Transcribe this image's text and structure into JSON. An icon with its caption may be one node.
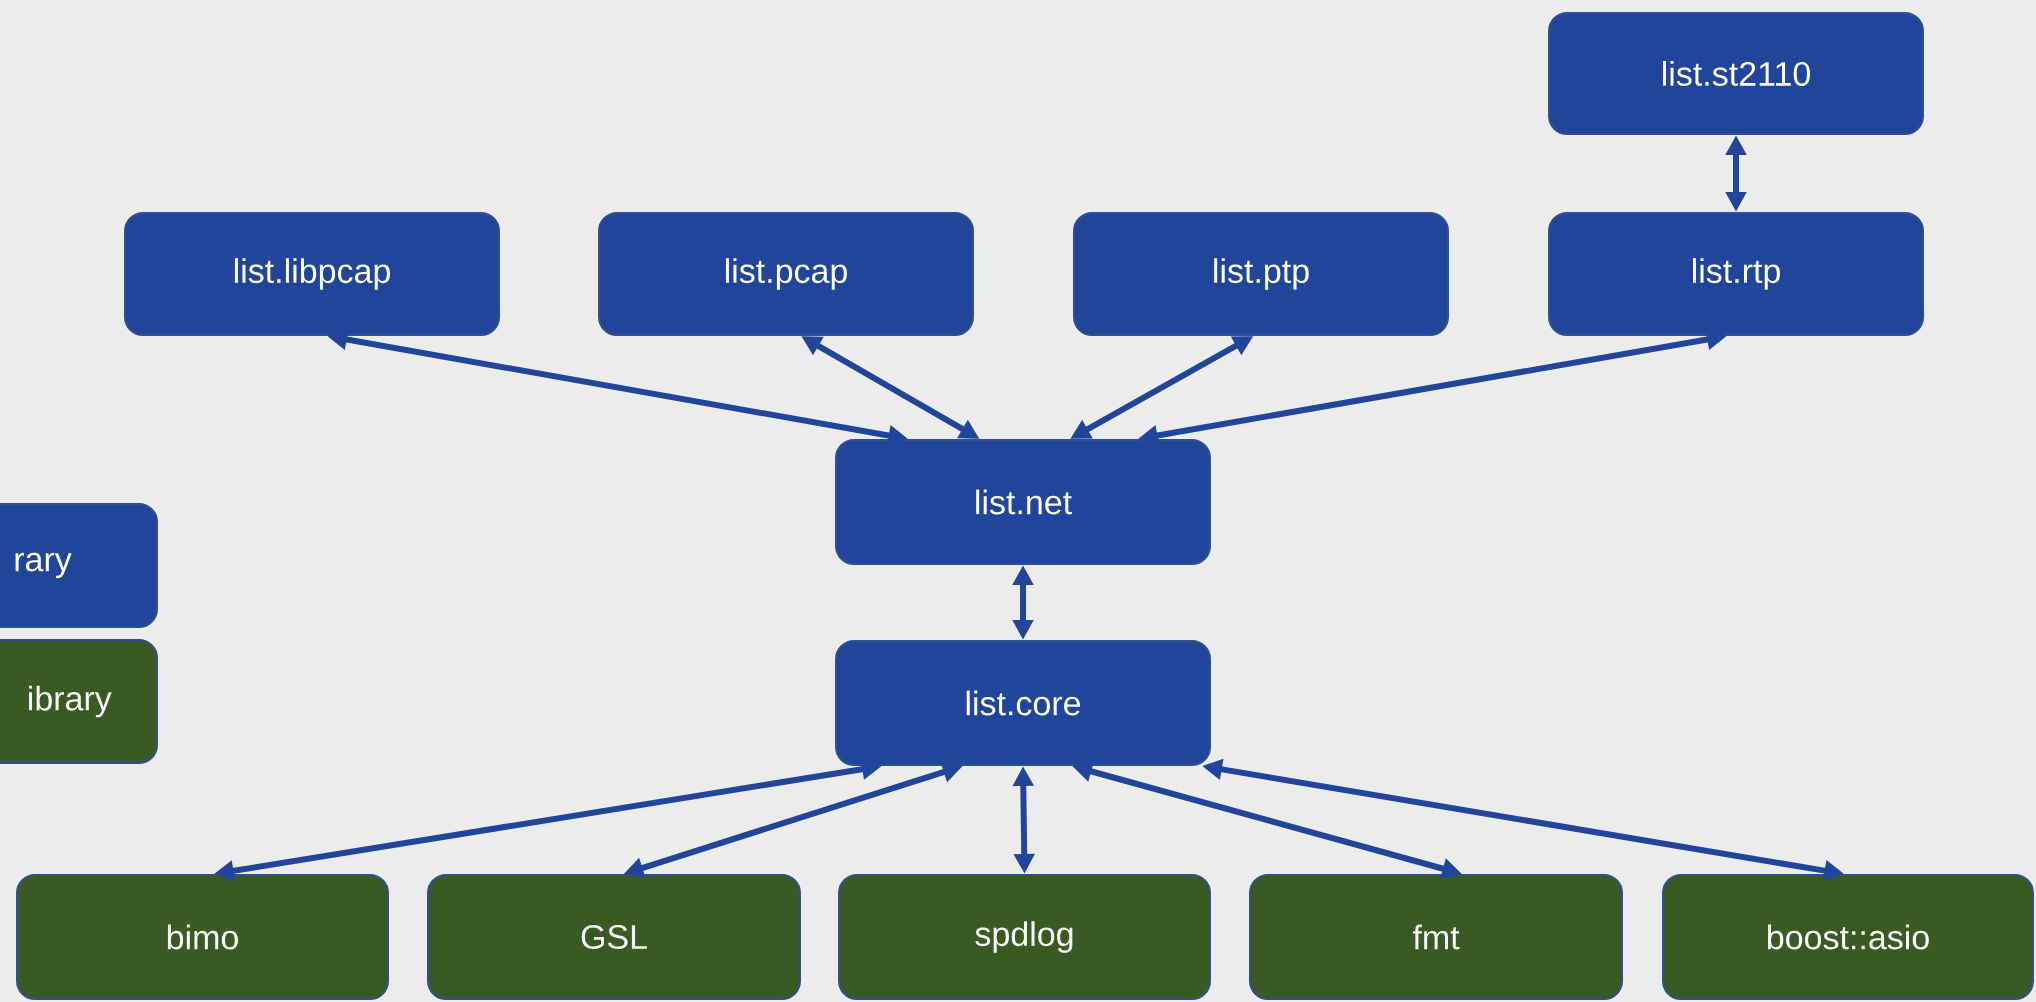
{
  "diagram": {
    "nodes": [
      {
        "text": [
          "list.st2110"
        ]
      },
      {
        "text": [
          "list.libpcap"
        ]
      },
      {
        "text": [
          "list.pcap"
        ]
      },
      {
        "text": [
          "list.ptp"
        ]
      },
      {
        "text": [
          "list.rtp"
        ]
      },
      {
        "text": [
          "list.net"
        ]
      },
      {
        "text": [
          "list.core"
        ]
      },
      {
        "text": [
          "bimo"
        ]
      },
      {
        "text": [
          "GSL"
        ]
      },
      {
        "text": [
          "spdlog"
        ]
      },
      {
        "text": [
          "fmt"
        ]
      },
      {
        "text": [
          "boost::asio"
        ]
      }
    ],
    "edges": [
      {
        "from": 0,
        "to": 4,
        "arrow": "both"
      },
      {
        "from": 1,
        "to": 5,
        "arrow": "both"
      },
      {
        "from": 2,
        "to": 5,
        "arrow": "both"
      },
      {
        "from": 3,
        "to": 5,
        "arrow": "both"
      },
      {
        "from": 4,
        "to": 5,
        "arrow": "both"
      },
      {
        "from": 5,
        "to": 6,
        "arrow": "both"
      },
      {
        "from": 6,
        "to": 7,
        "arrow": "both"
      },
      {
        "from": 6,
        "to": 8,
        "arrow": "both"
      },
      {
        "from": 6,
        "to": 9,
        "arrow": "both"
      },
      {
        "from": 6,
        "to": 10,
        "arrow": "both"
      },
      {
        "from": 6,
        "to": 11,
        "arrow": "both"
      }
    ],
    "legend": [
      {
        "text": "rary",
        "color": "#21459a"
      },
      {
        "text": "ibrary",
        "color": "#3a5a24"
      }
    ]
  }
}
